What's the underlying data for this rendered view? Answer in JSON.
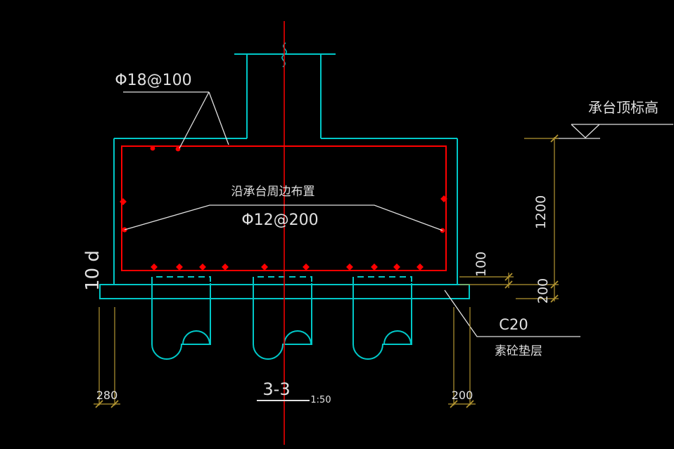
{
  "drawing": {
    "title": "3-3",
    "scale": "1:50",
    "labels": {
      "top_rebar": "Φ18@100",
      "perimeter_note": "沿承台周边布置",
      "perimeter_rebar": "Φ12@200",
      "hook_length": "10 d",
      "cap_top_elevation": "承台顶标高",
      "bedding_grade": "C20",
      "bedding_name": "素砼垫层"
    },
    "dimensions": {
      "cap_height": "1200",
      "pile_embedment": "100",
      "bedding_thickness_right": "200",
      "left_overhang": "280",
      "right_overhang": "200"
    },
    "colors": {
      "outline": "#00C8C8",
      "rebar": "#FF0000",
      "dimension": "#B49632",
      "annotation": "#E0E0E0",
      "background": "#000000"
    }
  }
}
